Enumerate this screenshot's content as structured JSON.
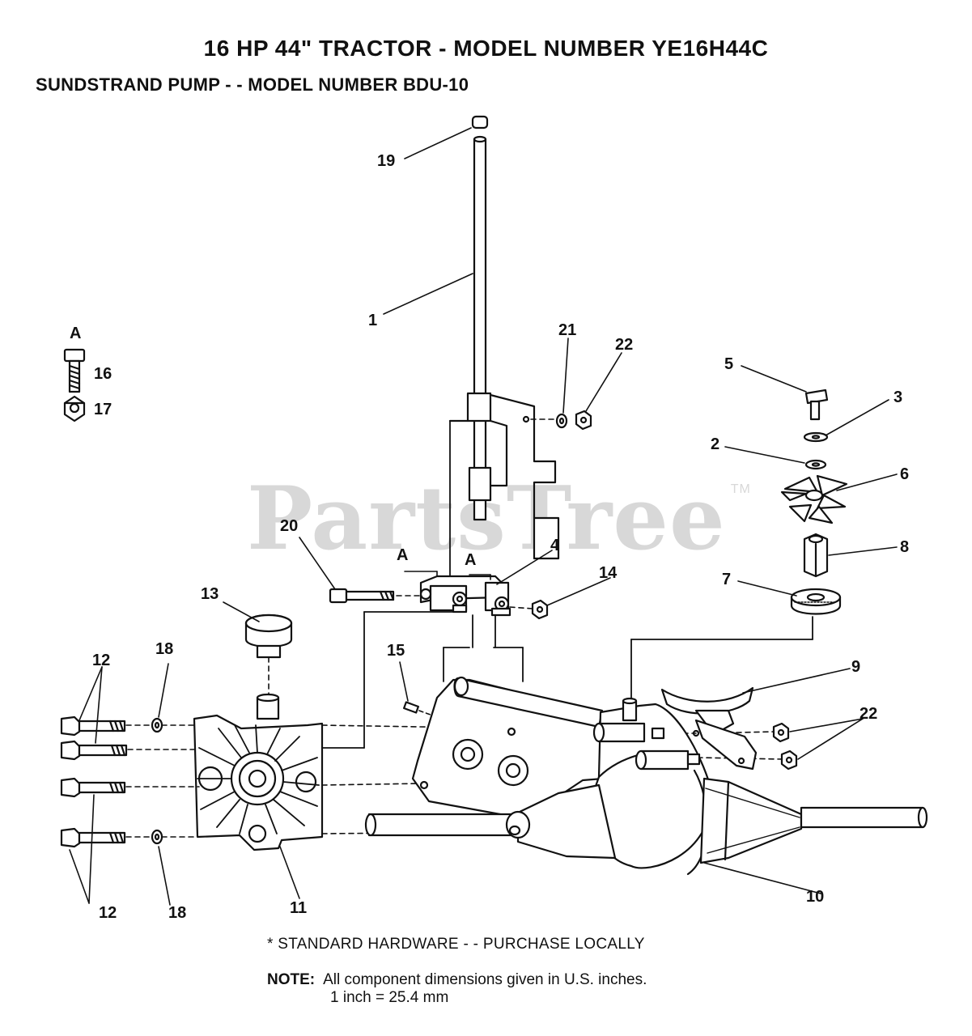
{
  "header": {
    "title": "16 HP 44\" TRACTOR - MODEL NUMBER YE16H44C",
    "subtitle": "SUNDSTRAND PUMP - - MODEL NUMBER BDU-10"
  },
  "watermark": {
    "text": "PartsTree",
    "tm": "TM"
  },
  "legend": {
    "letter": "A",
    "bolt_number": "16",
    "nut_number": "17"
  },
  "callouts": {
    "c1": "1",
    "c2": "2",
    "c3": "3",
    "c4": "4",
    "c5": "5",
    "c6": "6",
    "c7": "7",
    "c8": "8",
    "c9": "9",
    "c10": "10",
    "c11": "11",
    "c12a": "12",
    "c12b": "12",
    "c13": "13",
    "c14": "14",
    "c15": "15",
    "c18a": "18",
    "c18b": "18",
    "c19": "19",
    "c20": "20",
    "c21": "21",
    "c22a": "22",
    "c22b": "22",
    "a1": "A",
    "a2": "A"
  },
  "footer": {
    "standard_hardware": "*  STANDARD HARDWARE - - PURCHASE LOCALLY",
    "note_label": "NOTE:",
    "note_line1": "All component dimensions given in U.S. inches.",
    "note_line2": "1 inch = 25.4 mm"
  },
  "colors": {
    "ink": "#111111",
    "watermark": "#d8d8d8",
    "background": "#ffffff"
  }
}
